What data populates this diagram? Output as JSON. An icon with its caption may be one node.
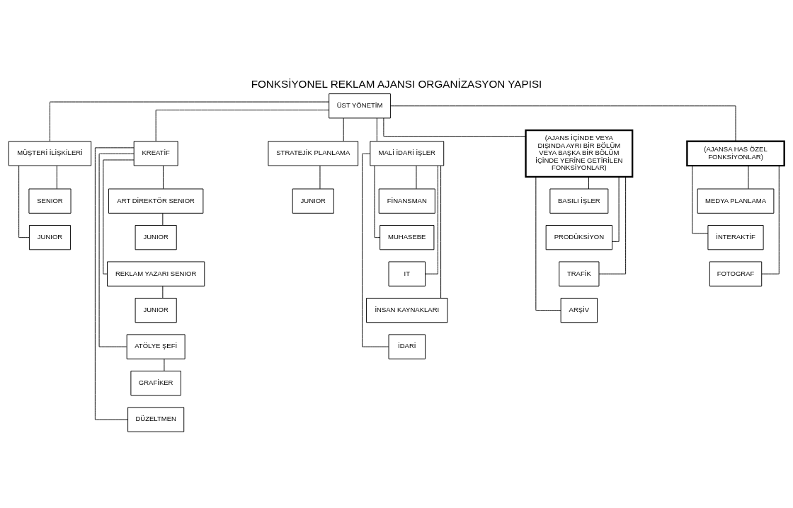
{
  "diagram": {
    "title": "FONKSİYONEL REKLAM AJANSI ORGANİZASYON YAPISI",
    "nodes": [
      {
        "text": [
          "ÜST YÖNETİM"
        ]
      },
      {
        "text": [
          "MÜŞTERİ İLİŞKİLERİ"
        ]
      },
      {
        "text": [
          "SENIOR"
        ]
      },
      {
        "text": [
          "JUNIOR"
        ]
      },
      {
        "text": [
          "KREATİF"
        ]
      },
      {
        "text": [
          "ART DİREKTÖR SENIOR"
        ]
      },
      {
        "text": [
          "JUNIOR"
        ]
      },
      {
        "text": [
          "REKLAM YAZARI SENIOR"
        ]
      },
      {
        "text": [
          "JUNIOR"
        ]
      },
      {
        "text": [
          "ATÖLYE ŞEFİ"
        ]
      },
      {
        "text": [
          "GRAFİKER"
        ]
      },
      {
        "text": [
          "DÜZELTMEN"
        ]
      },
      {
        "text": [
          "STRATEJİK PLANLAMA"
        ]
      },
      {
        "text": [
          "JUNIOR"
        ]
      },
      {
        "text": [
          "MALİ İDARİ İŞLER"
        ]
      },
      {
        "text": [
          "FİNANSMAN"
        ]
      },
      {
        "text": [
          "MUHASEBE"
        ]
      },
      {
        "text": [
          "IT"
        ]
      },
      {
        "text": [
          "İNSAN KAYNAKLARI"
        ]
      },
      {
        "text": [
          "İDARİ"
        ]
      },
      {
        "text": [
          "(AJANS İÇİNDE VEYA DIŞINDA AYRI BİR BÖLÜM VEYA BAŞKA BİR BÖLÜM İÇİNDE YERİNE GETİRİLEN FONKSİYONLAR)"
        ]
      },
      {
        "text": [
          "BASILI İŞLER"
        ]
      },
      {
        "text": [
          "PRODÜKSİYON"
        ]
      },
      {
        "text": [
          "TRAFİK"
        ]
      },
      {
        "text": [
          "ARŞİV"
        ]
      },
      {
        "text": [
          "(AJANSA HAS ÖZEL FONKSİYONLAR)"
        ]
      },
      {
        "text": [
          "MEDYA PLANLAMA"
        ]
      },
      {
        "text": [
          "İNTERAKTİF"
        ]
      },
      {
        "text": [
          "FOTOGRAF"
        ]
      }
    ],
    "edges": [
      {
        "from": 0,
        "to": 1,
        "arrow": "none"
      },
      {
        "from": 0,
        "to": 4,
        "arrow": "none"
      },
      {
        "from": 0,
        "to": 12,
        "arrow": "none"
      },
      {
        "from": 0,
        "to": 14,
        "arrow": "none"
      },
      {
        "from": 0,
        "to": 20,
        "arrow": "none"
      },
      {
        "from": 0,
        "to": 25,
        "arrow": "none"
      },
      {
        "from": 1,
        "to": 2,
        "arrow": "none"
      },
      {
        "from": 1,
        "to": 3,
        "arrow": "none"
      },
      {
        "from": 4,
        "to": 5,
        "arrow": "none"
      },
      {
        "from": 5,
        "to": 6,
        "arrow": "none"
      },
      {
        "from": 4,
        "to": 7,
        "arrow": "none"
      },
      {
        "from": 7,
        "to": 8,
        "arrow": "none"
      },
      {
        "from": 4,
        "to": 9,
        "arrow": "none"
      },
      {
        "from": 9,
        "to": 10,
        "arrow": "none"
      },
      {
        "from": 4,
        "to": 11,
        "arrow": "none"
      },
      {
        "from": 12,
        "to": 13,
        "arrow": "none"
      },
      {
        "from": 14,
        "to": 15,
        "arrow": "none"
      },
      {
        "from": 14,
        "to": 16,
        "arrow": "none"
      },
      {
        "from": 14,
        "to": 17,
        "arrow": "none"
      },
      {
        "from": 14,
        "to": 18,
        "arrow": "none"
      },
      {
        "from": 14,
        "to": 19,
        "arrow": "none"
      },
      {
        "from": 20,
        "to": 21,
        "arrow": "none"
      },
      {
        "from": 20,
        "to": 22,
        "arrow": "none"
      },
      {
        "from": 20,
        "to": 23,
        "arrow": "none"
      },
      {
        "from": 20,
        "to": 24,
        "arrow": "none"
      },
      {
        "from": 25,
        "to": 26,
        "arrow": "none"
      },
      {
        "from": 25,
        "to": 27,
        "arrow": "none"
      },
      {
        "from": 25,
        "to": 28,
        "arrow": "none"
      }
    ]
  }
}
